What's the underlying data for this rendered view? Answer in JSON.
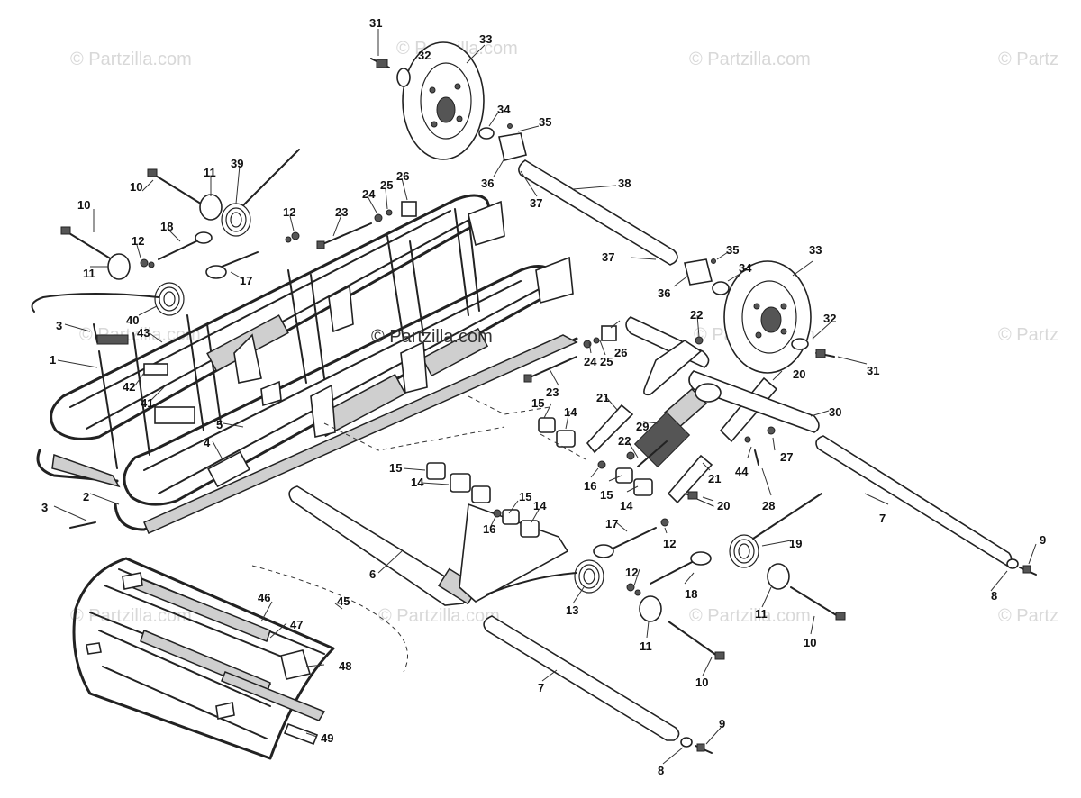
{
  "watermark": {
    "text": "© Partzilla.com",
    "edge_text": "© Partz"
  },
  "callouts": [
    {
      "id": "c1",
      "label": "1"
    },
    {
      "id": "c2",
      "label": "2"
    },
    {
      "id": "c3a",
      "label": "3"
    },
    {
      "id": "c3b",
      "label": "3"
    },
    {
      "id": "c4",
      "label": "4"
    },
    {
      "id": "c5",
      "label": "5"
    },
    {
      "id": "c6",
      "label": "6"
    },
    {
      "id": "c7a",
      "label": "7"
    },
    {
      "id": "c7b",
      "label": "7"
    },
    {
      "id": "c8a",
      "label": "8"
    },
    {
      "id": "c8b",
      "label": "8"
    },
    {
      "id": "c9a",
      "label": "9"
    },
    {
      "id": "c9b",
      "label": "9"
    },
    {
      "id": "c10a",
      "label": "10"
    },
    {
      "id": "c10b",
      "label": "10"
    },
    {
      "id": "c10c",
      "label": "10"
    },
    {
      "id": "c10d",
      "label": "10"
    },
    {
      "id": "c11a",
      "label": "11"
    },
    {
      "id": "c11b",
      "label": "11"
    },
    {
      "id": "c11c",
      "label": "11"
    },
    {
      "id": "c11d",
      "label": "11"
    },
    {
      "id": "c12a",
      "label": "12"
    },
    {
      "id": "c12b",
      "label": "12"
    },
    {
      "id": "c12c",
      "label": "12"
    },
    {
      "id": "c12d",
      "label": "12"
    },
    {
      "id": "c13",
      "label": "13"
    },
    {
      "id": "c14a",
      "label": "14"
    },
    {
      "id": "c14b",
      "label": "14"
    },
    {
      "id": "c14c",
      "label": "14"
    },
    {
      "id": "c14d",
      "label": "14"
    },
    {
      "id": "c15a",
      "label": "15"
    },
    {
      "id": "c15b",
      "label": "15"
    },
    {
      "id": "c15c",
      "label": "15"
    },
    {
      "id": "c15d",
      "label": "15"
    },
    {
      "id": "c16a",
      "label": "16"
    },
    {
      "id": "c16b",
      "label": "16"
    },
    {
      "id": "c17a",
      "label": "17"
    },
    {
      "id": "c17b",
      "label": "17"
    },
    {
      "id": "c18a",
      "label": "18"
    },
    {
      "id": "c18b",
      "label": "18"
    },
    {
      "id": "c19",
      "label": "19"
    },
    {
      "id": "c20a",
      "label": "20"
    },
    {
      "id": "c20b",
      "label": "20"
    },
    {
      "id": "c21a",
      "label": "21"
    },
    {
      "id": "c21b",
      "label": "21"
    },
    {
      "id": "c22a",
      "label": "22"
    },
    {
      "id": "c22b",
      "label": "22"
    },
    {
      "id": "c23a",
      "label": "23"
    },
    {
      "id": "c23b",
      "label": "23"
    },
    {
      "id": "c24a",
      "label": "24"
    },
    {
      "id": "c24b",
      "label": "24"
    },
    {
      "id": "c25a",
      "label": "25"
    },
    {
      "id": "c25b",
      "label": "25"
    },
    {
      "id": "c26a",
      "label": "26"
    },
    {
      "id": "c26b",
      "label": "26"
    },
    {
      "id": "c27",
      "label": "27"
    },
    {
      "id": "c28",
      "label": "28"
    },
    {
      "id": "c29",
      "label": "29"
    },
    {
      "id": "c30",
      "label": "30"
    },
    {
      "id": "c31a",
      "label": "31"
    },
    {
      "id": "c31b",
      "label": "31"
    },
    {
      "id": "c32a",
      "label": "32"
    },
    {
      "id": "c32b",
      "label": "32"
    },
    {
      "id": "c33a",
      "label": "33"
    },
    {
      "id": "c33b",
      "label": "33"
    },
    {
      "id": "c34a",
      "label": "34"
    },
    {
      "id": "c34b",
      "label": "34"
    },
    {
      "id": "c35a",
      "label": "35"
    },
    {
      "id": "c35b",
      "label": "35"
    },
    {
      "id": "c36a",
      "label": "36"
    },
    {
      "id": "c36b",
      "label": "36"
    },
    {
      "id": "c37a",
      "label": "37"
    },
    {
      "id": "c37b",
      "label": "37"
    },
    {
      "id": "c38",
      "label": "38"
    },
    {
      "id": "c39",
      "label": "39"
    },
    {
      "id": "c40",
      "label": "40"
    },
    {
      "id": "c41",
      "label": "41"
    },
    {
      "id": "c42",
      "label": "42"
    },
    {
      "id": "c43",
      "label": "43"
    },
    {
      "id": "c44",
      "label": "44"
    },
    {
      "id": "c45",
      "label": "45"
    },
    {
      "id": "c46",
      "label": "46"
    },
    {
      "id": "c47",
      "label": "47"
    },
    {
      "id": "c48",
      "label": "48"
    },
    {
      "id": "c49",
      "label": "49"
    }
  ]
}
